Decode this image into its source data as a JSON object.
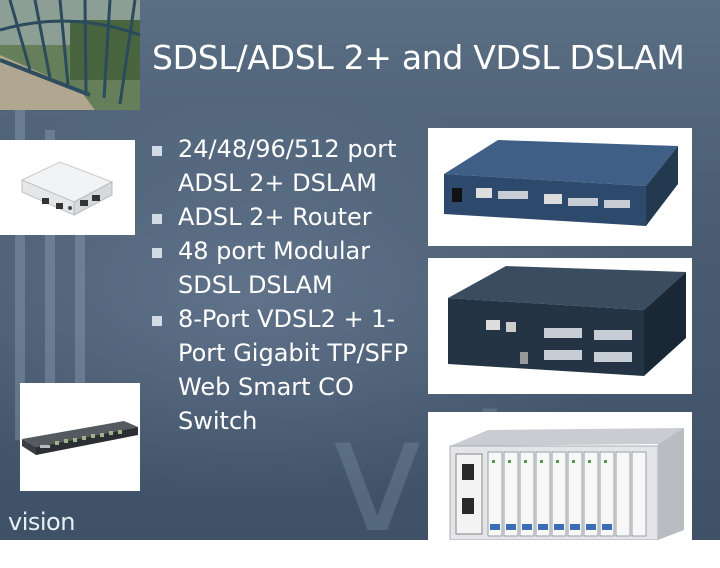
{
  "slide": {
    "title": "SDSL/ADSL 2+ and VDSL DSLAM",
    "bullets": [
      "24/48/96/512 port ADSL 2+ DSLAM",
      "ADSL 2+ Router",
      "48 port Modular SDSL DSLAM",
      "8-Port VDSL2 + 1-Port Gigabit TP/SFP Web Smart CO Switch"
    ],
    "footer_logo": "vision"
  },
  "colors": {
    "background": "#4a5d73",
    "title_text": "#ffffff",
    "bullet_marker": "#d3dbe6"
  },
  "images": {
    "top_left": "bridge-photo",
    "left_top": "adsl-router-photo",
    "left_bottom": "vdsl-switch-photo",
    "right_top": "rack-dslam-photo",
    "right_middle": "modular-sdsl-dslam-photo",
    "right_bottom": "chassis-dslam-photo"
  }
}
